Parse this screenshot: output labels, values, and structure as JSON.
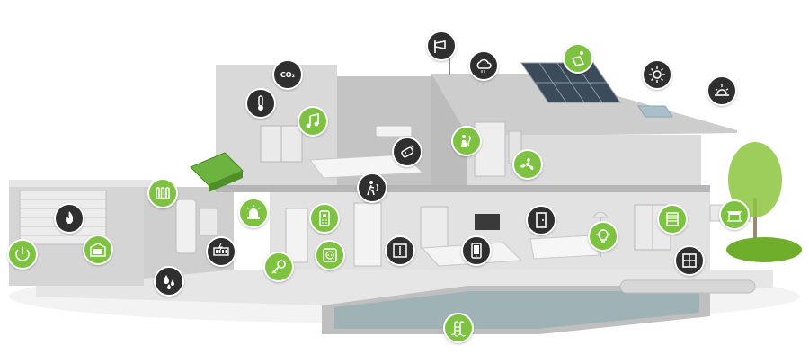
{
  "colors": {
    "green": "#7dc241",
    "dark": "#2f2f2f",
    "wall": "#d9d9d9",
    "wall_dark": "#bdbdbd",
    "wall_light": "#ececec",
    "roof": "#c8c8c8",
    "pool_water": "#9fb3b7",
    "tree": "#8cc63f"
  },
  "icons": [
    {
      "name": "wind-sensor-icon",
      "color": "dark"
    },
    {
      "name": "weather-cloud-icon",
      "color": "dark"
    },
    {
      "name": "solar-panel-icon",
      "color": "green"
    },
    {
      "name": "sun-brightness-icon",
      "color": "dark"
    },
    {
      "name": "sunrise-icon",
      "color": "dark"
    },
    {
      "name": "co2-sensor-icon",
      "color": "dark",
      "label": "CO₂"
    },
    {
      "name": "thermometer-icon",
      "color": "dark"
    },
    {
      "name": "music-note-icon",
      "color": "green"
    },
    {
      "name": "remote-control-icon",
      "color": "dark"
    },
    {
      "name": "shower-heating-icon",
      "color": "green"
    },
    {
      "name": "ventilation-fan-icon",
      "color": "green"
    },
    {
      "name": "presence-motion-icon",
      "color": "dark"
    },
    {
      "name": "radiator-icon",
      "color": "green"
    },
    {
      "name": "alarm-siren-icon",
      "color": "green"
    },
    {
      "name": "intercom-icon",
      "color": "green"
    },
    {
      "name": "door-contact-icon",
      "color": "dark"
    },
    {
      "name": "light-bulb-icon",
      "color": "green"
    },
    {
      "name": "roller-shutter-icon",
      "color": "green"
    },
    {
      "name": "awning-icon",
      "color": "green"
    },
    {
      "name": "window-icon",
      "color": "dark"
    },
    {
      "name": "fire-icon",
      "color": "dark"
    },
    {
      "name": "ev-charging-icon",
      "color": "green"
    },
    {
      "name": "garage-door-icon",
      "color": "green"
    },
    {
      "name": "water-drops-icon",
      "color": "dark"
    },
    {
      "name": "energy-meter-icon",
      "color": "dark"
    },
    {
      "name": "key-access-icon",
      "color": "green"
    },
    {
      "name": "power-socket-icon",
      "color": "green"
    },
    {
      "name": "light-switch-icon",
      "color": "dark"
    },
    {
      "name": "tablet-icon",
      "color": "dark"
    },
    {
      "name": "pool-ladder-icon",
      "color": "green"
    }
  ]
}
